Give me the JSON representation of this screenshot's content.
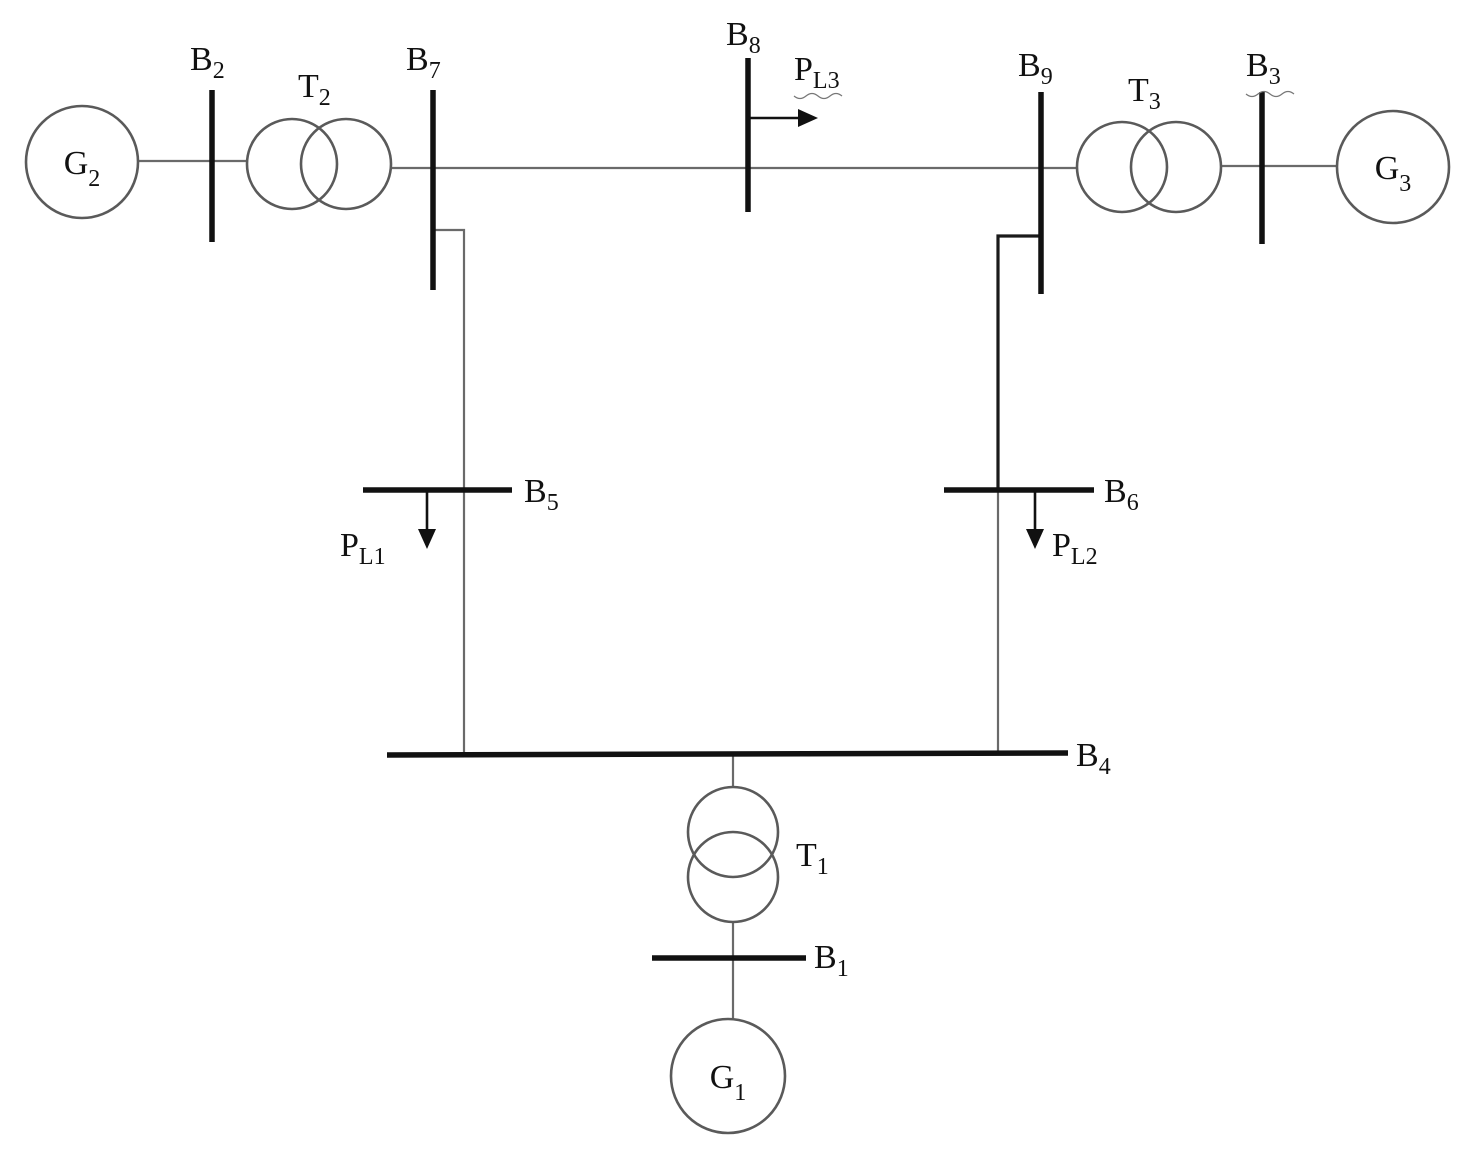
{
  "buses": {
    "b1": {
      "letter": "B",
      "sub": "1"
    },
    "b2": {
      "letter": "B",
      "sub": "2"
    },
    "b3": {
      "letter": "B",
      "sub": "3"
    },
    "b4": {
      "letter": "B",
      "sub": "4"
    },
    "b5": {
      "letter": "B",
      "sub": "5"
    },
    "b6": {
      "letter": "B",
      "sub": "6"
    },
    "b7": {
      "letter": "B",
      "sub": "7"
    },
    "b8": {
      "letter": "B",
      "sub": "8"
    },
    "b9": {
      "letter": "B",
      "sub": "9"
    }
  },
  "generators": {
    "g1": {
      "letter": "G",
      "sub": "1"
    },
    "g2": {
      "letter": "G",
      "sub": "2"
    },
    "g3": {
      "letter": "G",
      "sub": "3"
    }
  },
  "transformers": {
    "t1": {
      "letter": "T",
      "sub": "1"
    },
    "t2": {
      "letter": "T",
      "sub": "2"
    },
    "t3": {
      "letter": "T",
      "sub": "3"
    }
  },
  "loads": {
    "pl1": {
      "letter": "P",
      "sub": "L1"
    },
    "pl2": {
      "letter": "P",
      "sub": "L2"
    },
    "pl3": {
      "letter": "P",
      "sub": "L3"
    }
  }
}
